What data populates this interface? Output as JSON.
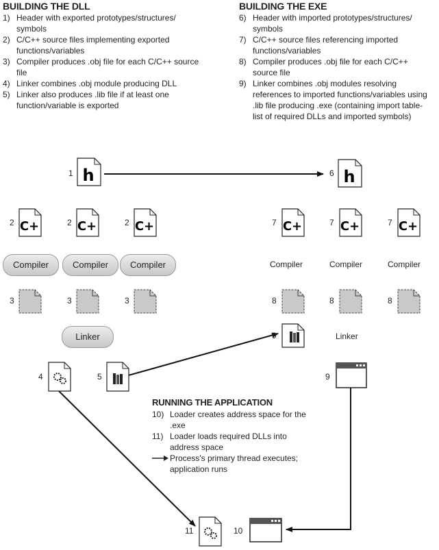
{
  "dll": {
    "title": "BUILDING THE DLL",
    "steps": [
      {
        "n": "1)",
        "t": "Header with exported prototypes/structures/ symbols"
      },
      {
        "n": "2)",
        "t": "C/C++ source files implementing exported functions/variables"
      },
      {
        "n": "3)",
        "t": "Compiler produces .obj file for each C/C++ source file"
      },
      {
        "n": "4)",
        "t": "Linker combines .obj module producing DLL"
      },
      {
        "n": "5)",
        "t": "Linker also produces .lib file if at least one function/variable is exported"
      }
    ]
  },
  "exe": {
    "title": "BUILDING THE EXE",
    "steps": [
      {
        "n": "6)",
        "t": "Header with imported prototypes/structures/ symbols"
      },
      {
        "n": "7)",
        "t": "C/C++ source files referencing imported functions/variables"
      },
      {
        "n": "8)",
        "t": "Compiler produces .obj file for each C/C++ source file"
      },
      {
        "n": "9)",
        "t": "Linker combines .obj modules resolving references to imported functions/variables using .lib file producing .exe (containing import table-list of required DLLs and imported symbols)"
      }
    ]
  },
  "run": {
    "title": "RUNNING THE APPLICATION",
    "steps": [
      {
        "n": "10)",
        "t": "Loader creates address space for the .exe"
      },
      {
        "n": "11)",
        "t": "Loader loads required DLLs into address space"
      }
    ],
    "arrow_note": "Process's primary thread executes; application runs"
  },
  "labels": {
    "n1": "1",
    "n2": "2",
    "n3": "3",
    "n4": "4",
    "n5": "5",
    "n6": "6",
    "n7": "7",
    "n8": "8",
    "n9": "9",
    "n10": "10",
    "n11": "11",
    "compiler": "Compiler",
    "linker": "Linker",
    "header_glyph": "h",
    "source_glyph": "C+"
  }
}
